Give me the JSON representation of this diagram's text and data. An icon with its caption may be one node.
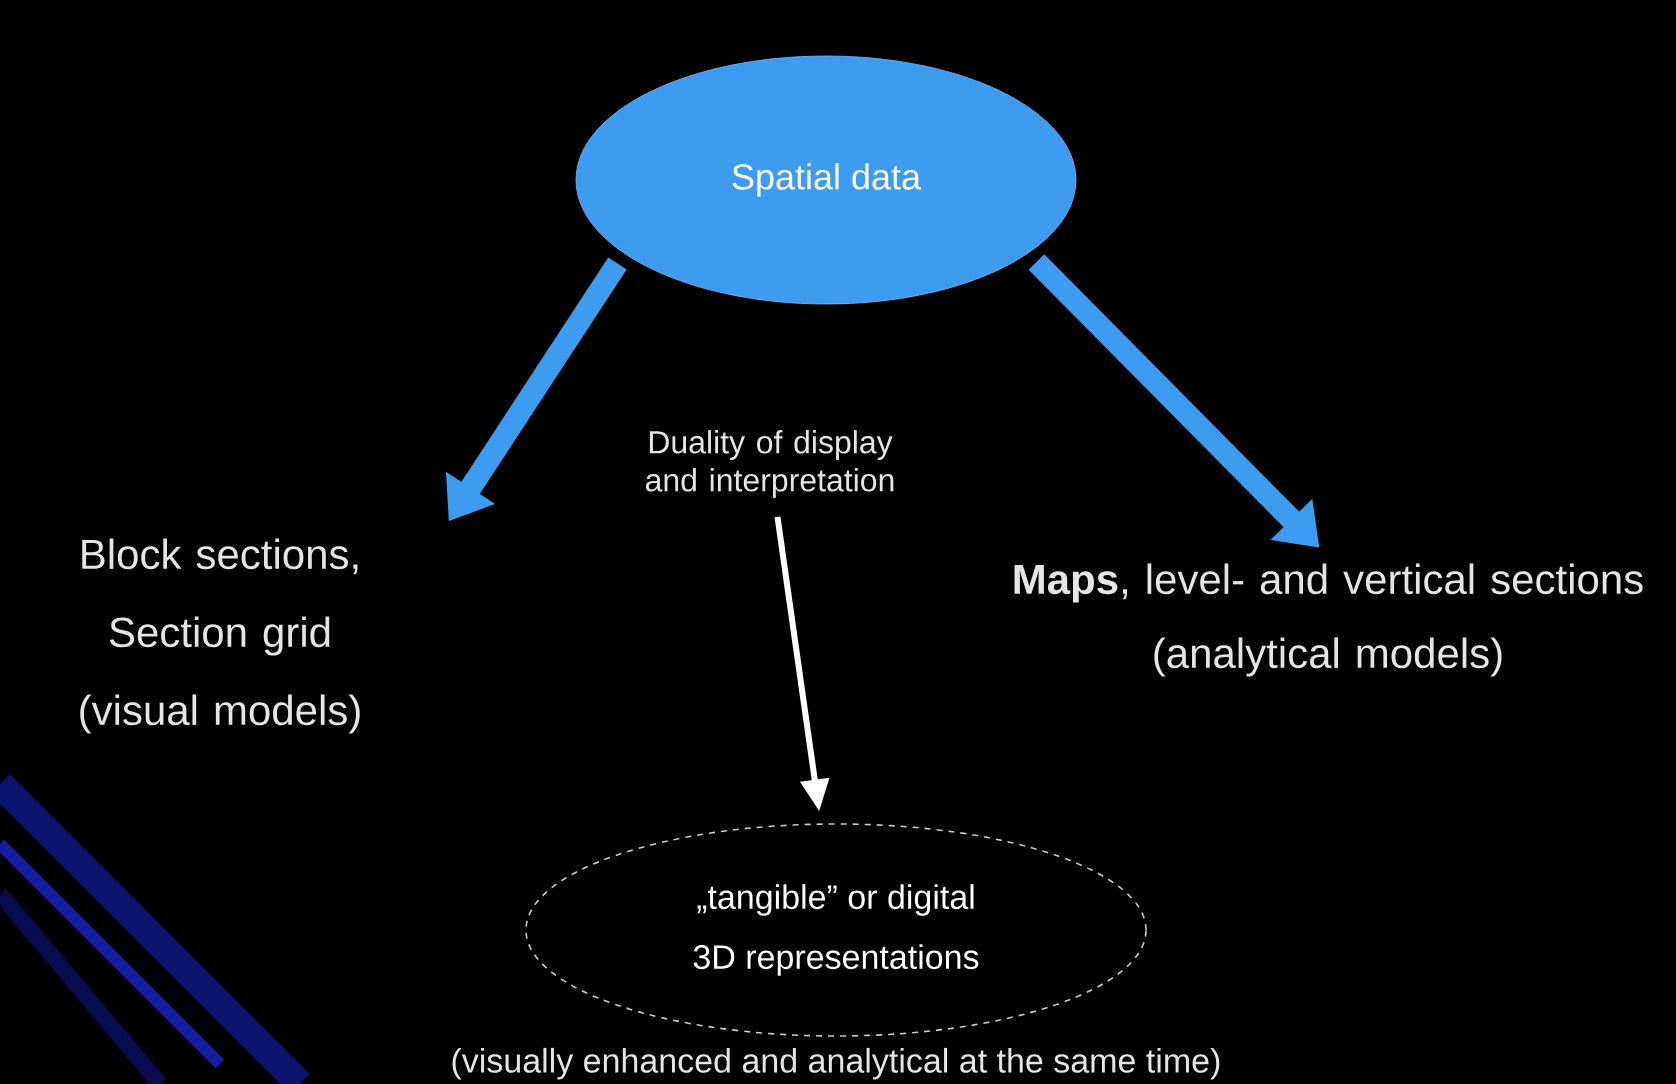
{
  "diagram": {
    "nodes": [
      {
        "text": [
          "Spatial data"
        ]
      },
      {
        "text": [
          "Block sections,",
          "Section grid",
          "(visual models)"
        ]
      },
      {
        "text": [
          "Duality of display and interpretation"
        ]
      },
      {
        "text": [
          "**Maps**, level- and vertical sections",
          "(analytical models)"
        ]
      },
      {
        "text": [
          "„tangible” or digital",
          "3D representations"
        ],
        "beside": [
          "(visually enhanced and analytical at the same time)"
        ]
      }
    ],
    "edges": [
      {
        "from": 0,
        "to": 1,
        "arrow": "to"
      },
      {
        "from": 0,
        "to": 3,
        "arrow": "to"
      },
      {
        "from": 2,
        "to": 4,
        "arrow": "to",
        "color": "#ffffff"
      }
    ]
  }
}
